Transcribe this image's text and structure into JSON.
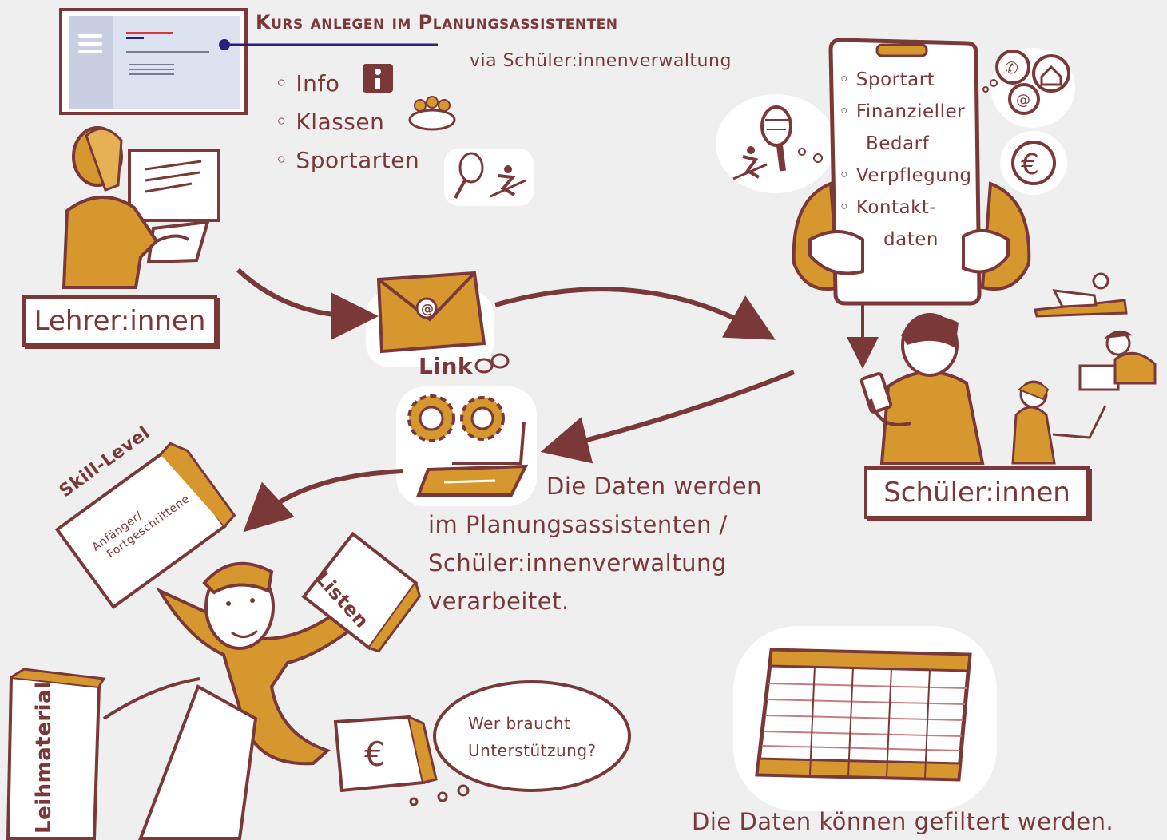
{
  "header": {
    "title": "Kurs anlegen im Planungsassistenten",
    "subtitle": "via Schüler:innenverwaltung",
    "items": [
      "Info",
      "Klassen",
      "Sportarten"
    ]
  },
  "actors": {
    "teachers": "Lehrer:innen",
    "students": "Schüler:innen"
  },
  "link_label": "Link",
  "phone_list": [
    "Sportart",
    "Finanzieller Bedarf",
    "Verpflegung",
    "Kontakt-daten"
  ],
  "phone_list_lines": [
    "◦ Sportart",
    "◦ Finanzieller",
    "Bedarf",
    "◦ Verpflegung",
    "◦ Kontakt-",
    "daten"
  ],
  "processing": {
    "line1": "Die Daten werden",
    "line2": "im Planungsassistenten /",
    "line3": "Schüler:innenverwaltung",
    "line4": "verarbeitet."
  },
  "folders": {
    "skill_title": "Skill-Level",
    "skill_sub1": "Anfänger/",
    "skill_sub2": "Fortgeschrittene",
    "lists": "Listen",
    "loan": "Leihmaterial",
    "euro": "€"
  },
  "thought_bubble": {
    "line1": "Wer braucht",
    "line2": "Unterstützung?"
  },
  "filter_caption": "Die Daten können gefiltert werden.",
  "icons": [
    "info-icon",
    "class-group-icon",
    "tennis-racket-icon",
    "skier-icon",
    "envelope-icon",
    "chain-link-icon",
    "gears-icon",
    "laptop-icon",
    "phone-icon",
    "home-icon",
    "at-icon",
    "euro-icon",
    "spreadsheet-icon"
  ],
  "colors": {
    "accent": "#d6982e",
    "ink": "#7a3838",
    "navy": "#2a1f7a",
    "background": "#efefef"
  }
}
